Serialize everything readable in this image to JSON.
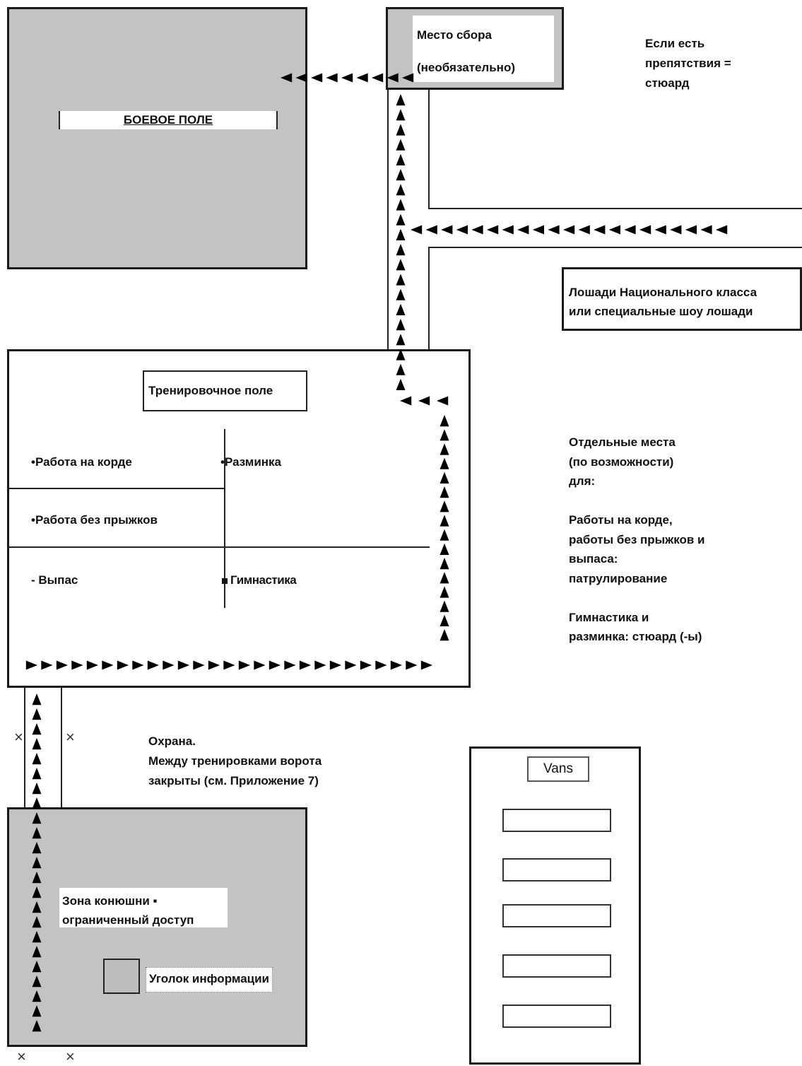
{
  "battlefield": {
    "label": "БОЕВОЕ ПОЛЕ"
  },
  "assembly": {
    "line1": "Место сбора",
    "line2": "(необязательно)"
  },
  "obstacle_note": [
    "Если есть",
    "препятствия =",
    "стюард"
  ],
  "national_class": {
    "line1": "Лошади Национального класса",
    "line2": "или специальные шоу лошади"
  },
  "training": {
    "title": "Тренировочное поле",
    "longe": "Работа на корде",
    "warmup": "Разминка",
    "flatwork": "Работа без прыжков",
    "grazing": "- Выпас",
    "gymnastics": "Гимнастика"
  },
  "separate_places": {
    "lines": [
      "Отдельные места",
      "(по возможности)",
      "для:",
      "",
      "Работы на корде,",
      "работы без прыжков и",
      "выпаса:",
      "патрулирование",
      "",
      "Гимнастика и",
      "разминка: стюард (-ы)"
    ]
  },
  "security_note": [
    "Охрана.",
    "Между тренировками ворота",
    "закрыты (см. Приложение 7)"
  ],
  "vans": {
    "label": "Vans"
  },
  "stable": {
    "line1": "Зона конюшни ▪",
    "line2": "ограниченный доступ",
    "info": "Уголок информации"
  },
  "marker": "×",
  "bullet": "•",
  "colors": {
    "area_fill": "#c3c3c3",
    "border": "#1a1a1a",
    "arrow": "#000000"
  }
}
